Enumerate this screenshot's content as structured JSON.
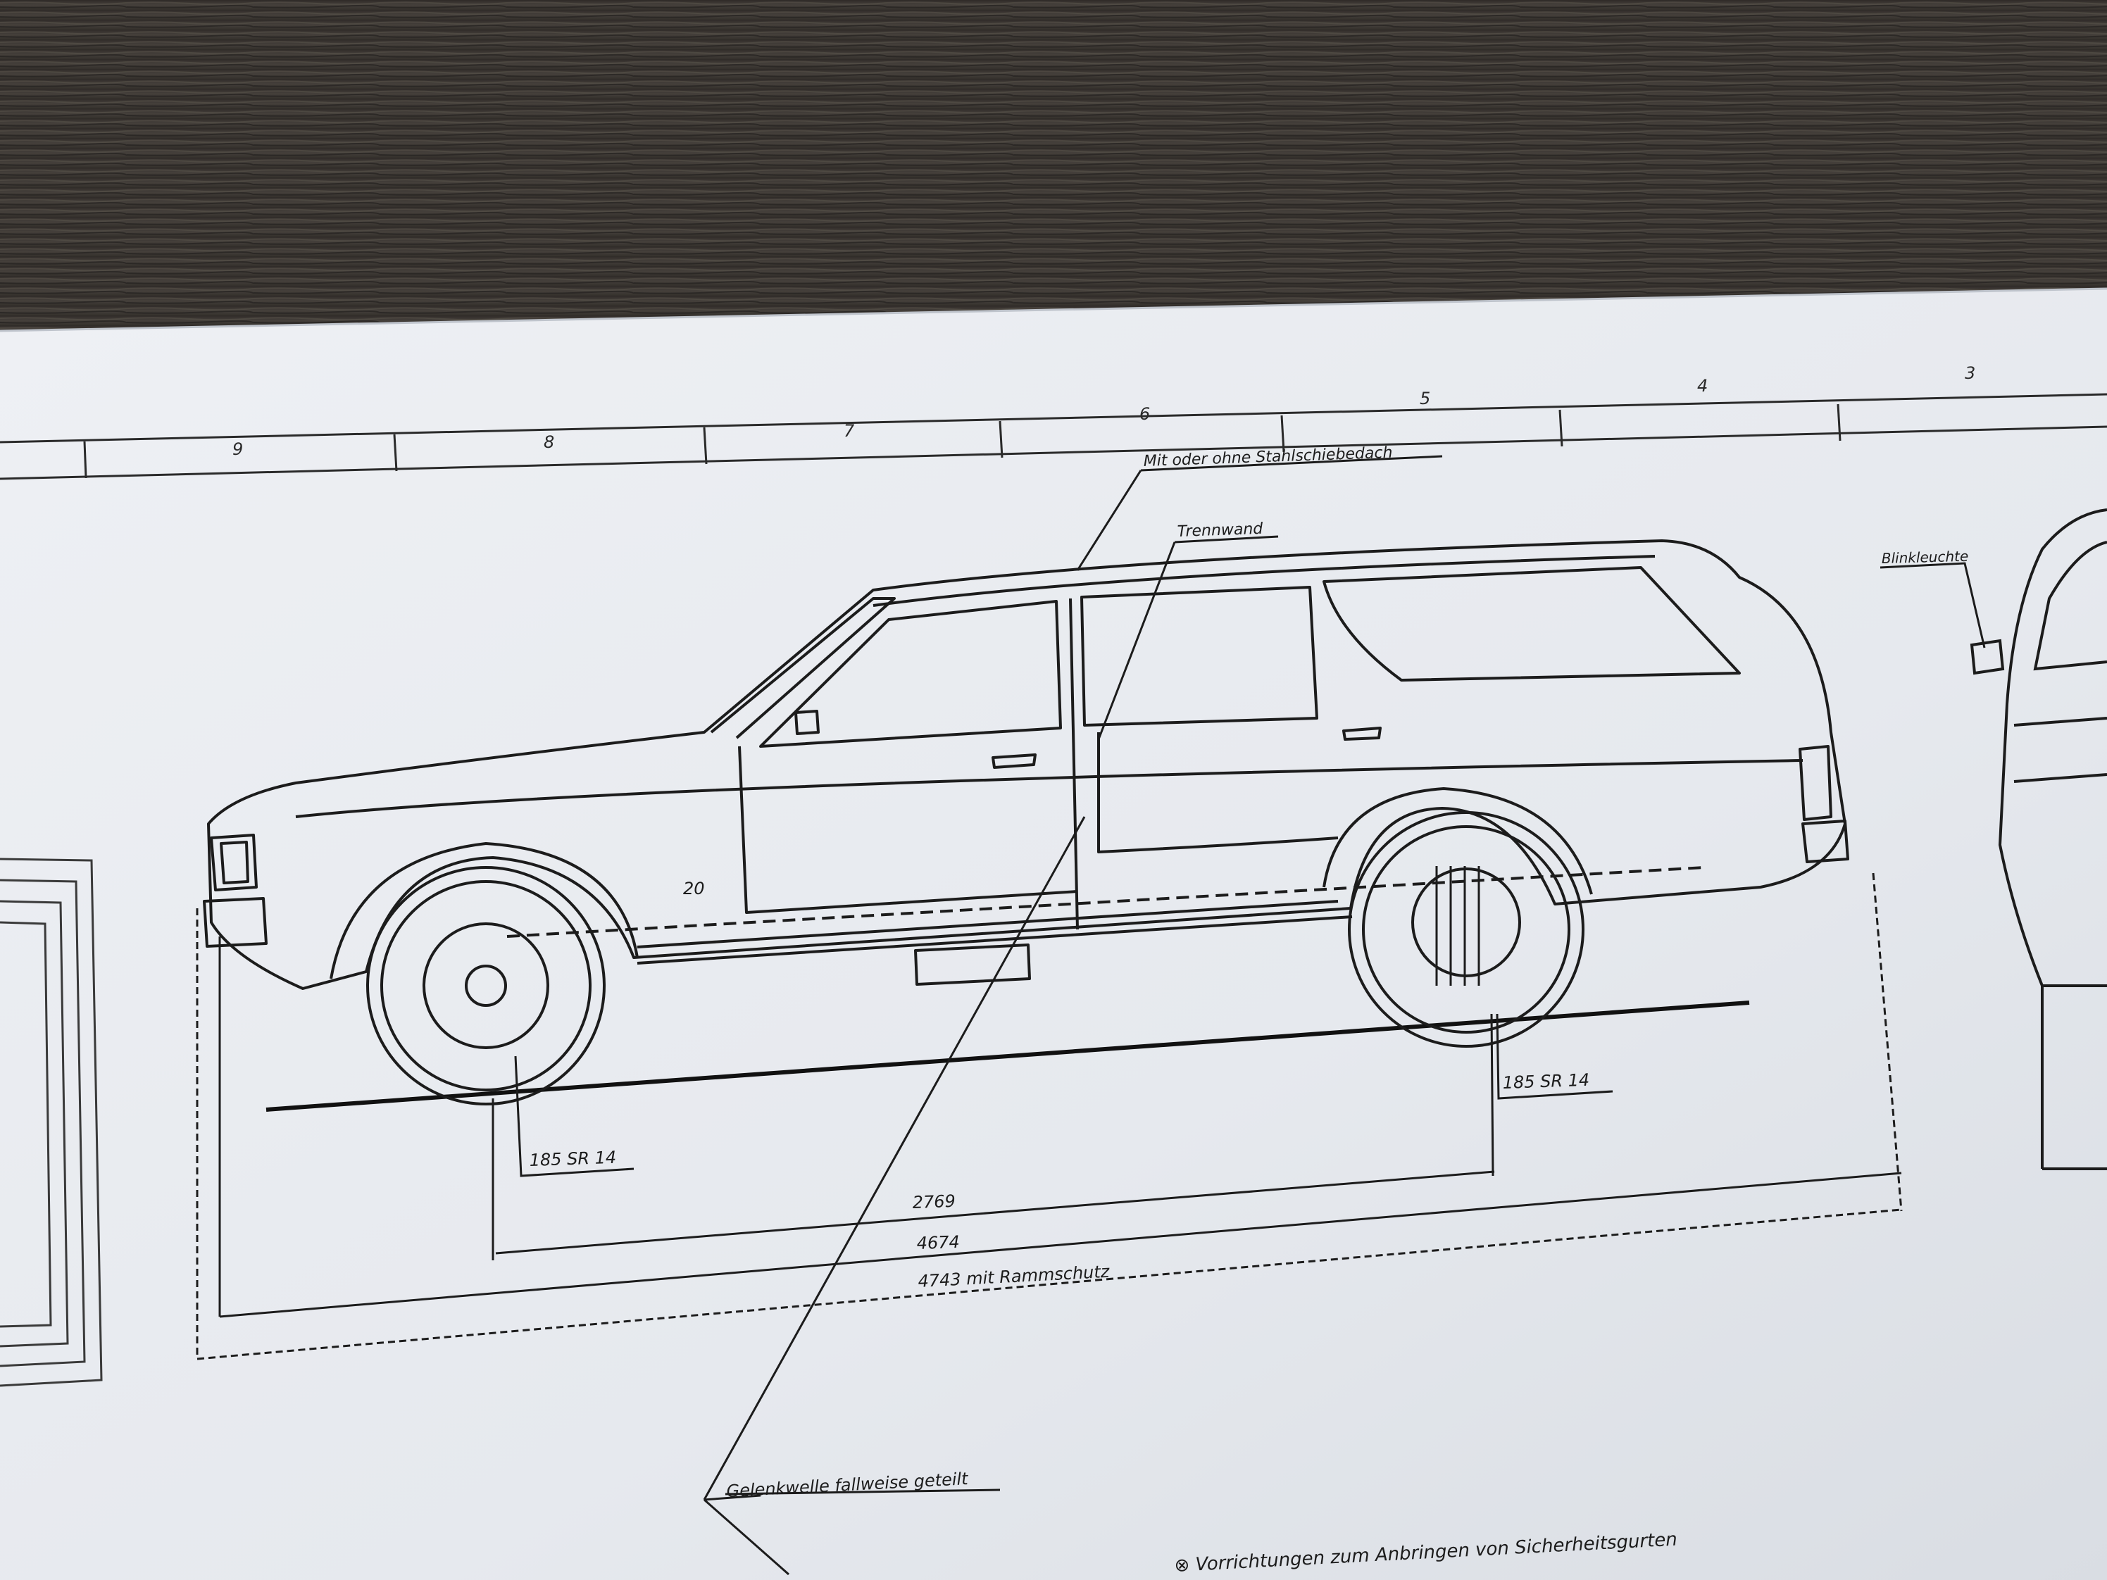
{
  "photo": {
    "subject": "",
    "grid_numbers": [
      "9",
      "8",
      "7",
      "6",
      "5",
      "4",
      "3"
    ]
  },
  "labels": {
    "sunroof": "Mit oder ohne Stahlschiebedach",
    "partition": "Trennwand",
    "indicator": "Blinkleuchte",
    "front_tire": "185 SR 14",
    "rear_tire": "185 SR 14",
    "angle": "20",
    "wheelbase": "2769",
    "length": "4674",
    "length_bumper": "4743 mit Rammschutz",
    "driveshaft": "Gelenkwelle fallweise geteilt",
    "seatbelt_note": "⊗ Vorrichtungen zum Anbringen von Sicherheitsgurten"
  },
  "colors": {
    "wood": "#3a3632",
    "paper": "#e9ecf1",
    "ink": "#1c1c1c"
  }
}
